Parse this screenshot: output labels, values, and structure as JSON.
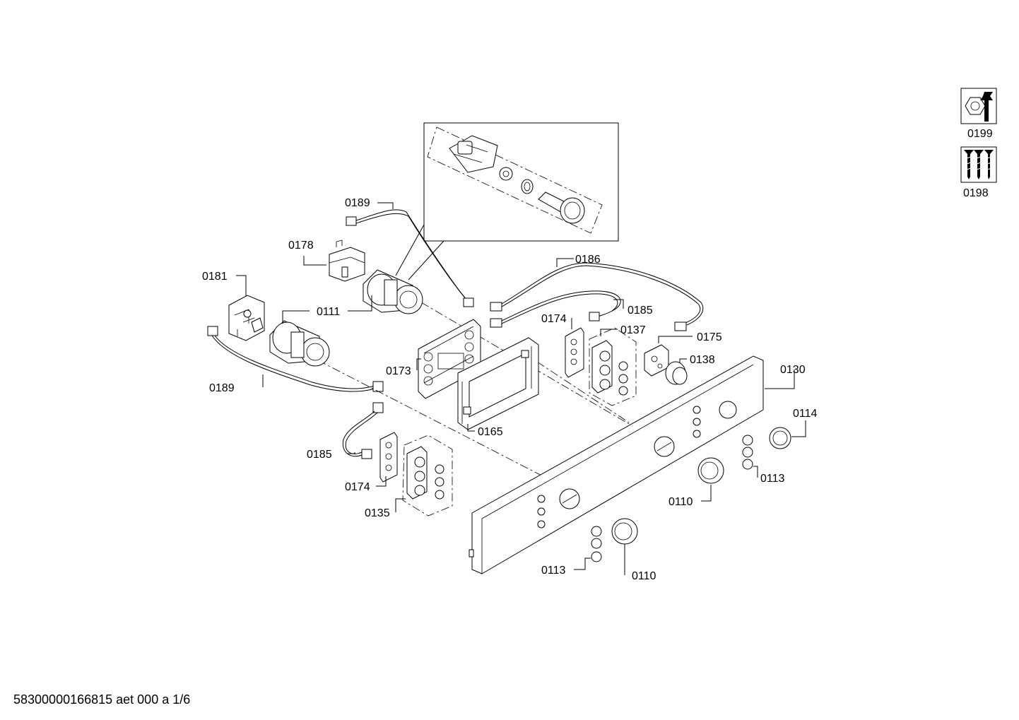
{
  "callouts": {
    "c0189_top": "0189",
    "c0178": "0178",
    "c0181": "0181",
    "c0111": "0111",
    "c0189_left": "0189",
    "c0186": "0186",
    "c0185_right": "0185",
    "c0174_top": "0174",
    "c0137": "0137",
    "c0175": "0175",
    "c0138": "0138",
    "c0173": "0173",
    "c0165": "0165",
    "c0130": "0130",
    "c0114": "0114",
    "c0185_left": "0185",
    "c0174_bottom": "0174",
    "c0135": "0135",
    "c0110_right": "0110",
    "c0113_right": "0113",
    "c0113_bottom": "0113",
    "c0110_bottom": "0110",
    "c0199": "0199",
    "c0198": "0198"
  },
  "icons": {
    "tool_icon": "wrench-nut-icon",
    "fasteners_icon": "screws-icon"
  },
  "footer": {
    "document_id": "58300000166815 aet 000 a 1/6"
  }
}
